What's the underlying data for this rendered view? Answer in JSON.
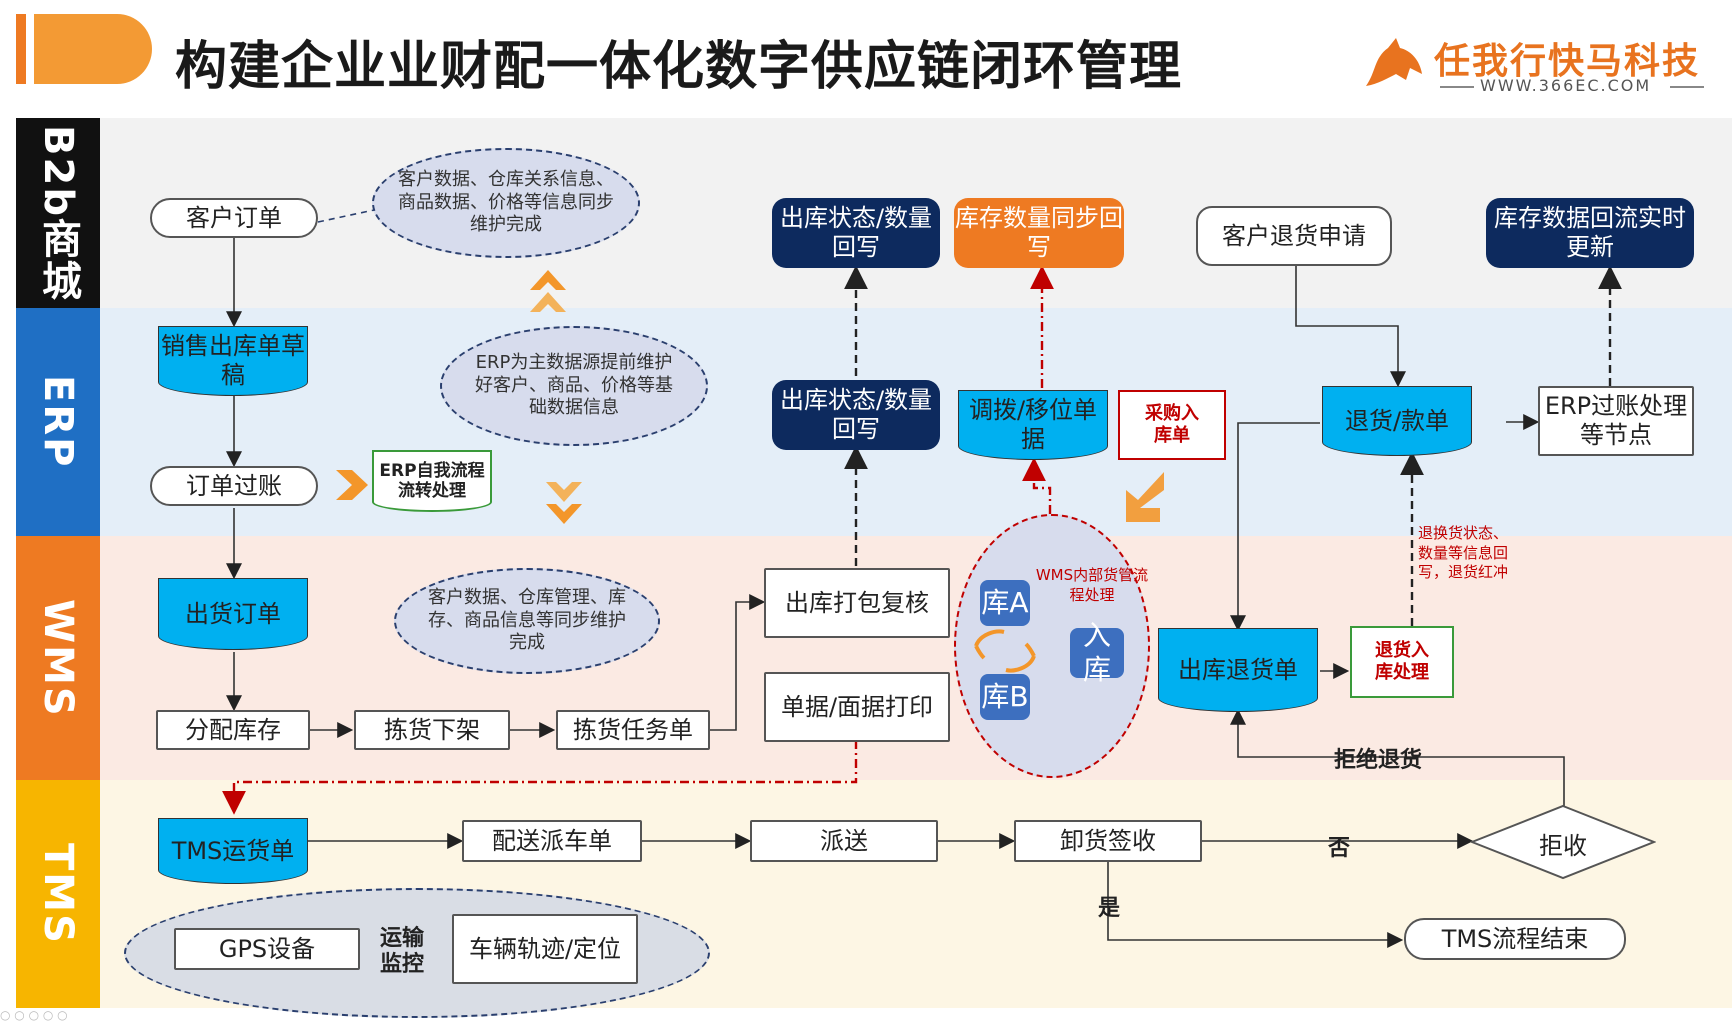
{
  "header": {
    "title": "构建企业业财配一体化数字供应链闭环管理",
    "logo_name": "任我行快马科技",
    "logo_url": "WWW.366EC.COM"
  },
  "lanes": {
    "b2b": "B2b商城",
    "erp": "ERP",
    "wms": "WMS",
    "tms": "TMS"
  },
  "b2b": {
    "customer_order": "客户订单",
    "sync_note": "客户数据、仓库关系信息、商品数据、价格等信息同步维护完成",
    "outbound_status": "出库状态/数量回写",
    "inventory_sync": "库存数量同步回写",
    "return_request": "客户退货申请",
    "inventory_realtime": "库存数据回流实时更新"
  },
  "erp": {
    "sales_draft": "销售出库单草稿",
    "master_note": "ERP为主数据源提前维护好客户、商品、价格等基础数据信息",
    "order_posting": "订单过账",
    "self_flow": "ERP自我流程流转处理",
    "outbound_status": "出库状态/数量回写",
    "transfer_doc": "调拨/移位单据",
    "purchase_receipt": "采购入库单",
    "return_refund": "退货/款单",
    "erp_posting": "ERP过账处理等节点",
    "return_status_note": "退换货状态、数量等信息回写，退货红冲"
  },
  "wms": {
    "shipping_order": "出货订单",
    "sync_note": "客户数据、仓库管理、库存、商品信息等同步维护完成",
    "pack_check": "出库打包复核",
    "print_docs": "单据/面据打印",
    "allocate": "分配库存",
    "picking": "拣货下架",
    "pick_task": "拣货任务单",
    "internal_note": "WMS内部货管流程处理",
    "warehouse_a": "库A",
    "warehouse_b": "库B",
    "stock_in": "入库",
    "outbound_return": "出库退货单",
    "return_receipt": "退货入库处理",
    "reject_return": "拒绝退货"
  },
  "tms": {
    "waybill": "TMS运货单",
    "dispatch": "配送派车单",
    "delivery": "派送",
    "sign": "卸货签收",
    "no": "否",
    "reject": "拒收",
    "yes": "是",
    "end": "TMS流程结束",
    "gps": "GPS设备",
    "monitor": "运输监控",
    "track": "车辆轨迹/定位"
  },
  "colors": {
    "b2b": "#111111",
    "erp": "#1f6fc4",
    "wms": "#ee7a22",
    "tms": "#f7b500",
    "doc_blue": "#00b0f0",
    "navy": "#0d2a5e"
  }
}
